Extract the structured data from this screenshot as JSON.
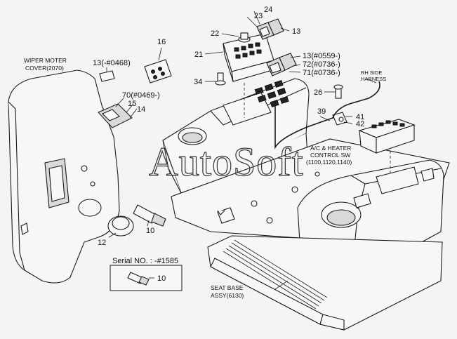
{
  "labels": {
    "wiper_cover_1": "WIPER MOTER",
    "wiper_cover_2": "COVER(2070)",
    "n13_0468": "13(-#0468)",
    "n16": "16",
    "n70": "70(#0469-)",
    "n15": "15",
    "n14": "14",
    "n24": "24",
    "n23": "23",
    "n13_top": "13",
    "n22": "22",
    "n21": "21",
    "n34": "34",
    "n13_0559": "13(#0559-)",
    "n72": "72(#0736-)",
    "n71": "71(#0736-)",
    "rh_side_1": "RH SIDE",
    "rh_side_2": "HARNESS",
    "n26": "26",
    "n39": "39",
    "n41": "41",
    "n42": "42",
    "ac_1": "A/C & HEATER",
    "ac_2": "CONTROL SW",
    "ac_3": "(1100,1120,1140)",
    "n10": "10",
    "n12": "12",
    "serial": "Serial NO. : -#1585",
    "n10_serial": "10",
    "seat_1": "SEAT BASE",
    "seat_2": "ASSY(6130)"
  },
  "watermark": "AutoSoft",
  "colors": {
    "background": "#f4f4f4",
    "line": "#1a1a1a"
  }
}
